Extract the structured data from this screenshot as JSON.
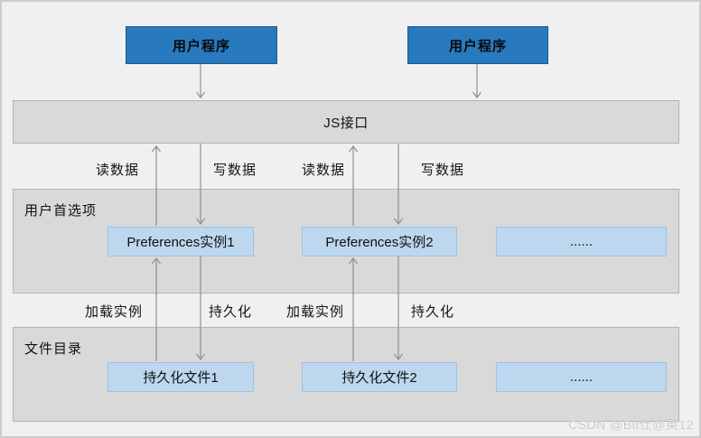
{
  "diagram": {
    "user_programs": [
      "用户程序",
      "用户程序"
    ],
    "js_interface": "JS接口",
    "io_labels": [
      "读数据",
      "写数据",
      "读数据",
      "写数据"
    ],
    "preferences": {
      "title": "用户首选项",
      "items": [
        "Preferences实例1",
        "Preferences实例2",
        "......"
      ]
    },
    "persist_labels": [
      "加载实例",
      "持久化",
      "加载实例",
      "持久化"
    ],
    "files": {
      "title": "文件目录",
      "items": [
        "持久化文件1",
        "持久化文件2",
        "......"
      ]
    },
    "watermark": "CSDN @Bit仕@英12",
    "colors": {
      "canvas_bg": "#f0f0f0",
      "section_bg": "#d9d9d9",
      "section_border": "#b3b3b3",
      "primary_blue": "#2879be",
      "primary_blue_border": "#1c5b8f",
      "light_blue": "#bdd7ee",
      "light_blue_border": "#9cc3e5",
      "arrow": "#8f8f8f"
    }
  }
}
